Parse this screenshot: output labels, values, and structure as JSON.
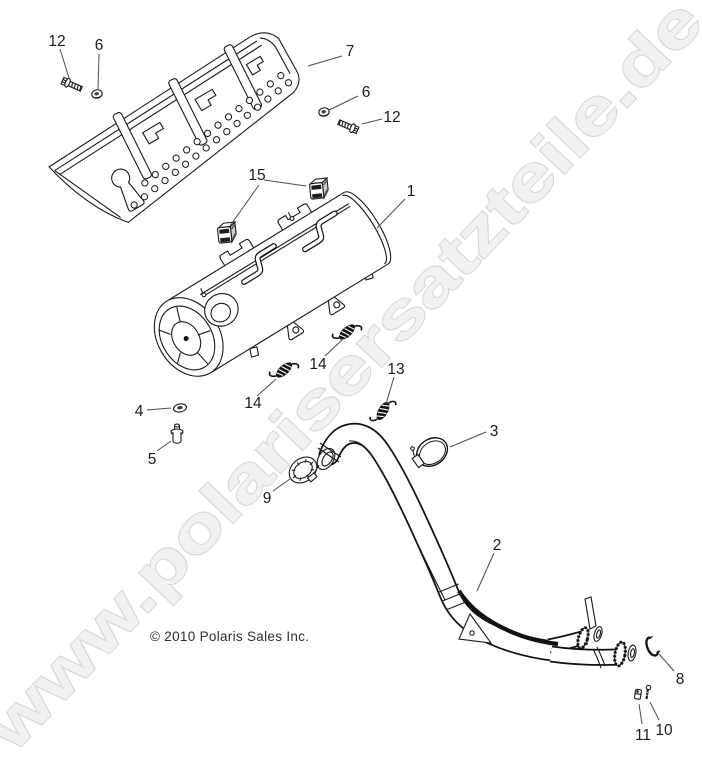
{
  "watermark": {
    "text": "www.polarisersatzteile.de"
  },
  "footer": {
    "copyright": "© 2010 Polaris Sales Inc."
  },
  "diagram": {
    "title": "Exhaust system exploded parts diagram",
    "colors": {
      "background": "#ffffff",
      "line_art": "#1a1a1a",
      "watermark_fill": "#f1f1f1",
      "watermark_outline": "#d7d7d7",
      "label_text": "#1c1c1c"
    },
    "callouts": [
      {
        "ref": "12",
        "part": "flange-bolt-left"
      },
      {
        "ref": "6",
        "part": "washer-left"
      },
      {
        "ref": "7",
        "part": "heat-shield"
      },
      {
        "ref": "6",
        "part": "washer-right"
      },
      {
        "ref": "12",
        "part": "flange-bolt-right"
      },
      {
        "ref": "15",
        "part": "rubber-mount-pair"
      },
      {
        "ref": "1",
        "part": "muffler"
      },
      {
        "ref": "14",
        "part": "exhaust-spring-upper"
      },
      {
        "ref": "13",
        "part": "exhaust-spring-right"
      },
      {
        "ref": "14",
        "part": "exhaust-spring-lower"
      },
      {
        "ref": "4",
        "part": "washer-small"
      },
      {
        "ref": "5",
        "part": "rivet"
      },
      {
        "ref": "9",
        "part": "exhaust-gasket"
      },
      {
        "ref": "3",
        "part": "exhaust-clamp"
      },
      {
        "ref": "2",
        "part": "head-pipe"
      },
      {
        "ref": "8",
        "part": "retaining-ring"
      },
      {
        "ref": "10",
        "part": "screw-small"
      },
      {
        "ref": "11",
        "part": "clip-nut"
      }
    ]
  }
}
